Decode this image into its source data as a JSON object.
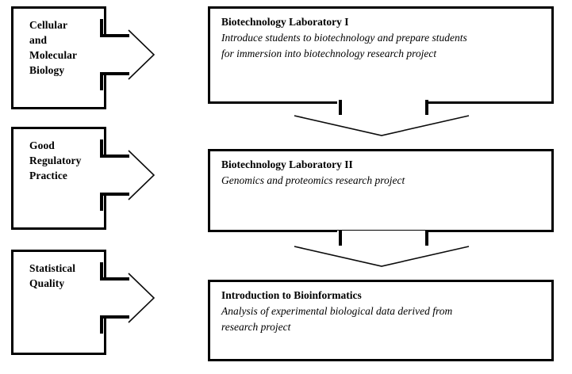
{
  "diagram": {
    "title": "Biotechnology curriculum course sequence flowchart",
    "colors": {
      "stroke": "#000000",
      "background": "#ffffff",
      "arrow_thin_stroke": "#0b0b0b"
    },
    "inputs": [
      {
        "id": "cellular-and-molecular-biology",
        "label": "Cellular\nand\nMolecular\nBiology"
      },
      {
        "id": "good-regulatory-practice",
        "label": "Good\nRegulatory\nPractice"
      },
      {
        "id": "statistical-quality",
        "label": "Statistical\nQuality"
      }
    ],
    "courses": [
      {
        "id": "biotechnology-laboratory-i",
        "title": "Biotechnology Laboratory I",
        "description": "Introduce students to biotechnology and prepare students\nfor immersion into biotechnology research project"
      },
      {
        "id": "biotechnology-laboratory-ii",
        "title": "Biotechnology Laboratory II",
        "description": "Genomics and proteomics research project"
      },
      {
        "id": "introduction-to-bioinformatics",
        "title": "Introduction to Bioinformatics",
        "description": "Analysis of experimental biological data derived from\nresearch project"
      }
    ],
    "connectors": [
      {
        "id": "arrow-right-1",
        "direction": "right",
        "from": "cellular-and-molecular-biology",
        "to": "biotechnology-laboratory-i"
      },
      {
        "id": "arrow-right-2",
        "direction": "right",
        "from": "good-regulatory-practice",
        "to": "biotechnology-laboratory-ii"
      },
      {
        "id": "arrow-right-3",
        "direction": "right",
        "from": "statistical-quality",
        "to": "introduction-to-bioinformatics"
      },
      {
        "id": "arrow-down-1",
        "direction": "down",
        "from": "biotechnology-laboratory-i",
        "to": "biotechnology-laboratory-ii"
      },
      {
        "id": "arrow-down-2",
        "direction": "down",
        "from": "biotechnology-laboratory-ii",
        "to": "introduction-to-bioinformatics"
      }
    ]
  }
}
